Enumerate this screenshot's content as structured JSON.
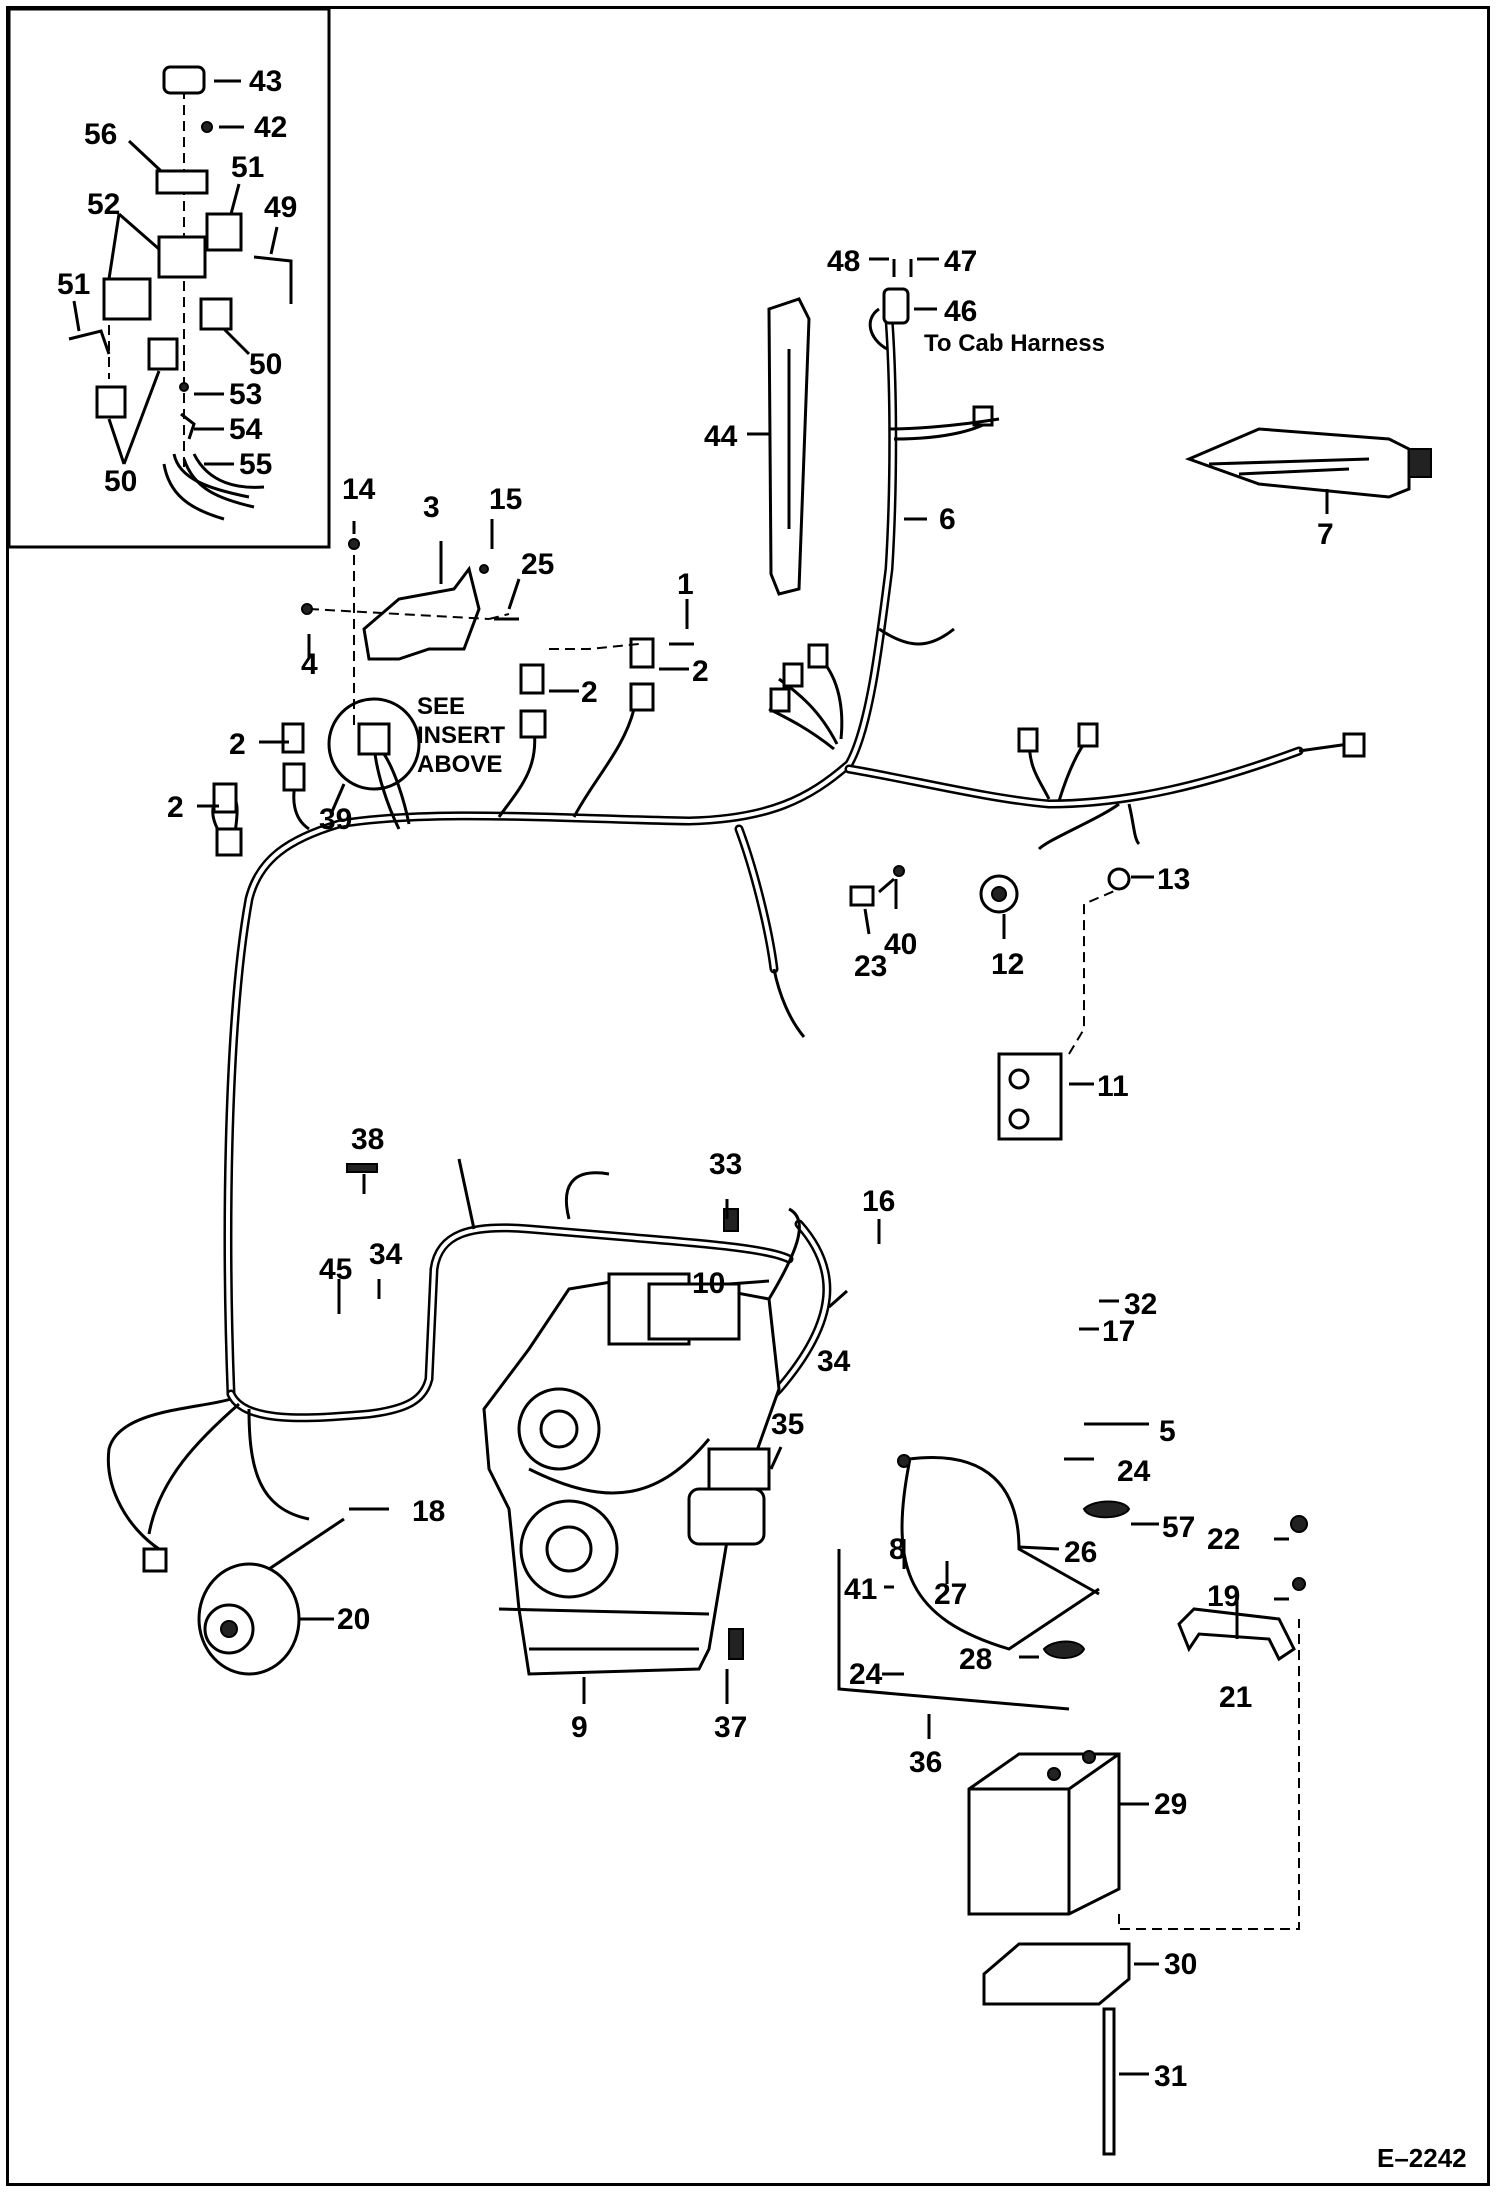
{
  "figure_id": "E–2242",
  "note_cab": "To Cab Harness",
  "insert_note": [
    "SEE",
    "INSERT",
    "ABOVE"
  ],
  "callouts": [
    "1",
    "2",
    "3",
    "4",
    "5",
    "6",
    "7",
    "8",
    "9",
    "10",
    "11",
    "12",
    "13",
    "14",
    "15",
    "16",
    "17",
    "18",
    "19",
    "20",
    "21",
    "22",
    "23",
    "24",
    "25",
    "26",
    "27",
    "28",
    "29",
    "30",
    "31",
    "32",
    "33",
    "34",
    "35",
    "36",
    "37",
    "38",
    "39",
    "40",
    "41",
    "42",
    "43",
    "44",
    "45",
    "46",
    "47",
    "48",
    "49",
    "50",
    "51",
    "52",
    "53",
    "54",
    "55",
    "56",
    "57"
  ],
  "colors": {
    "ink": "#000000",
    "paper": "#ffffff"
  }
}
